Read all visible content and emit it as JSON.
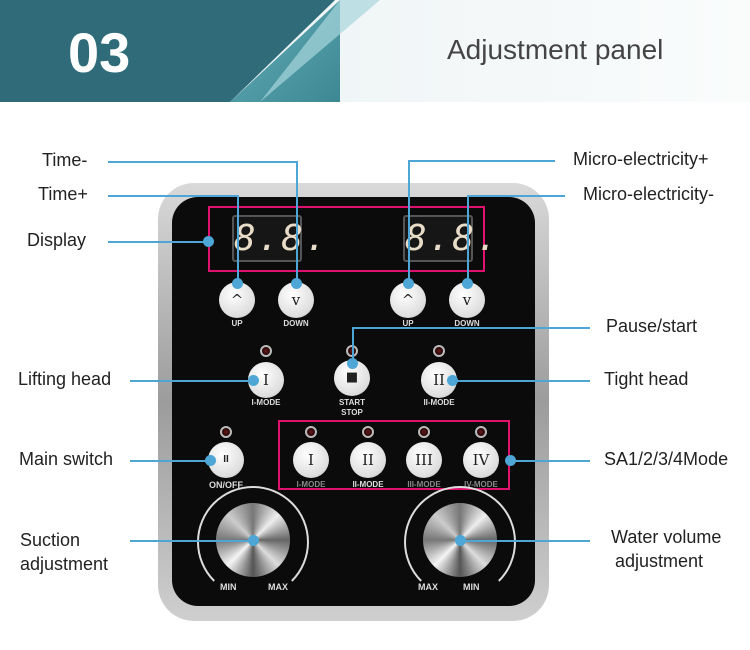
{
  "header": {
    "number": "03",
    "title": "Adjustment panel"
  },
  "panel": {
    "displays": [
      "8.8.",
      "8.8."
    ],
    "buttons": {
      "up": "UP",
      "down": "DOWN",
      "up_glyph": "^",
      "down_glyph": "v",
      "i_mode": "I-MODE",
      "start_stop_1": "START",
      "start_stop_2": "STOP",
      "ii_mode": "II-MODE",
      "on_off": "ON/OFF",
      "glyph_i": "I",
      "glyph_ii": "II",
      "glyph_iii": "III",
      "glyph_iv": "IV",
      "glyph_pause": "II"
    },
    "modes": [
      "I-MODE",
      "II-MODE",
      "III-MODE",
      "IV-MODE"
    ],
    "knob_left": {
      "min": "MIN",
      "max": "MAX"
    },
    "knob_right": {
      "min": "MIN",
      "max": "MAX"
    }
  },
  "labels": {
    "time_minus": "Time-",
    "time_plus": "Time+",
    "display": "Display",
    "micro_plus": "Micro-electricity+",
    "micro_minus": "Micro-electricity-",
    "pause_start": "Pause/start",
    "lifting_head": "Lifting head",
    "tight_head": "Tight head",
    "main_switch": "Main switch",
    "sa_mode": "SA1/2/3/4Mode",
    "suction_1": "Suction",
    "suction_2": "adjustment",
    "water_1": "Water volume",
    "water_2": "adjustment"
  },
  "colors": {
    "leader": "#4da6d6",
    "highlight": "#e0126f",
    "banner": "#2f6b78"
  }
}
